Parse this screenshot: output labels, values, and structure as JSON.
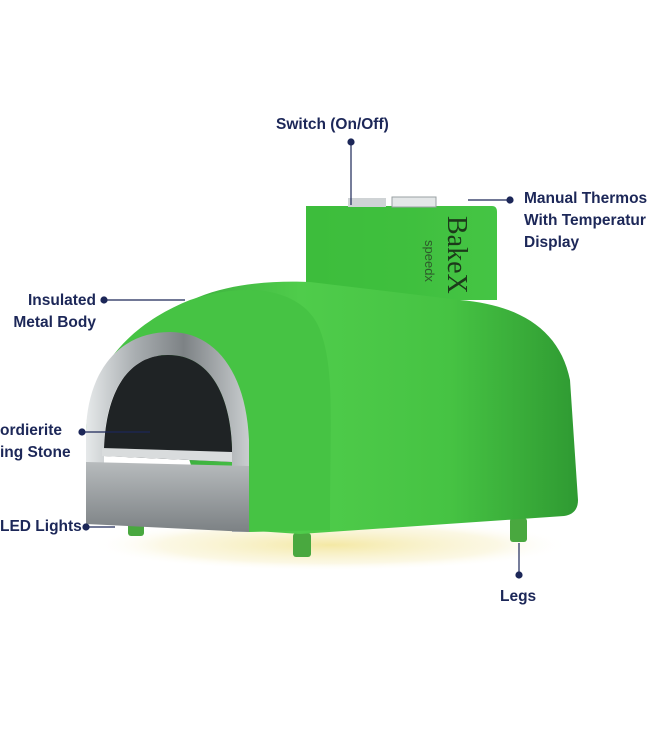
{
  "brand": {
    "logo_text": "BakeX",
    "sub_text": "speedx"
  },
  "callouts": {
    "switch": "Switch (On/Off)",
    "thermostat": [
      "Manual Thermos",
      "With Temperatur",
      "Display"
    ],
    "body": [
      "Insulated",
      "Metal Body"
    ],
    "stone": [
      "ordierite",
      "ing Stone"
    ],
    "led": "LED Lights",
    "legs": "Legs"
  },
  "colors": {
    "oven_green": "#47c545",
    "label_navy": "#1c2758",
    "steel": "#9a9fa2"
  }
}
